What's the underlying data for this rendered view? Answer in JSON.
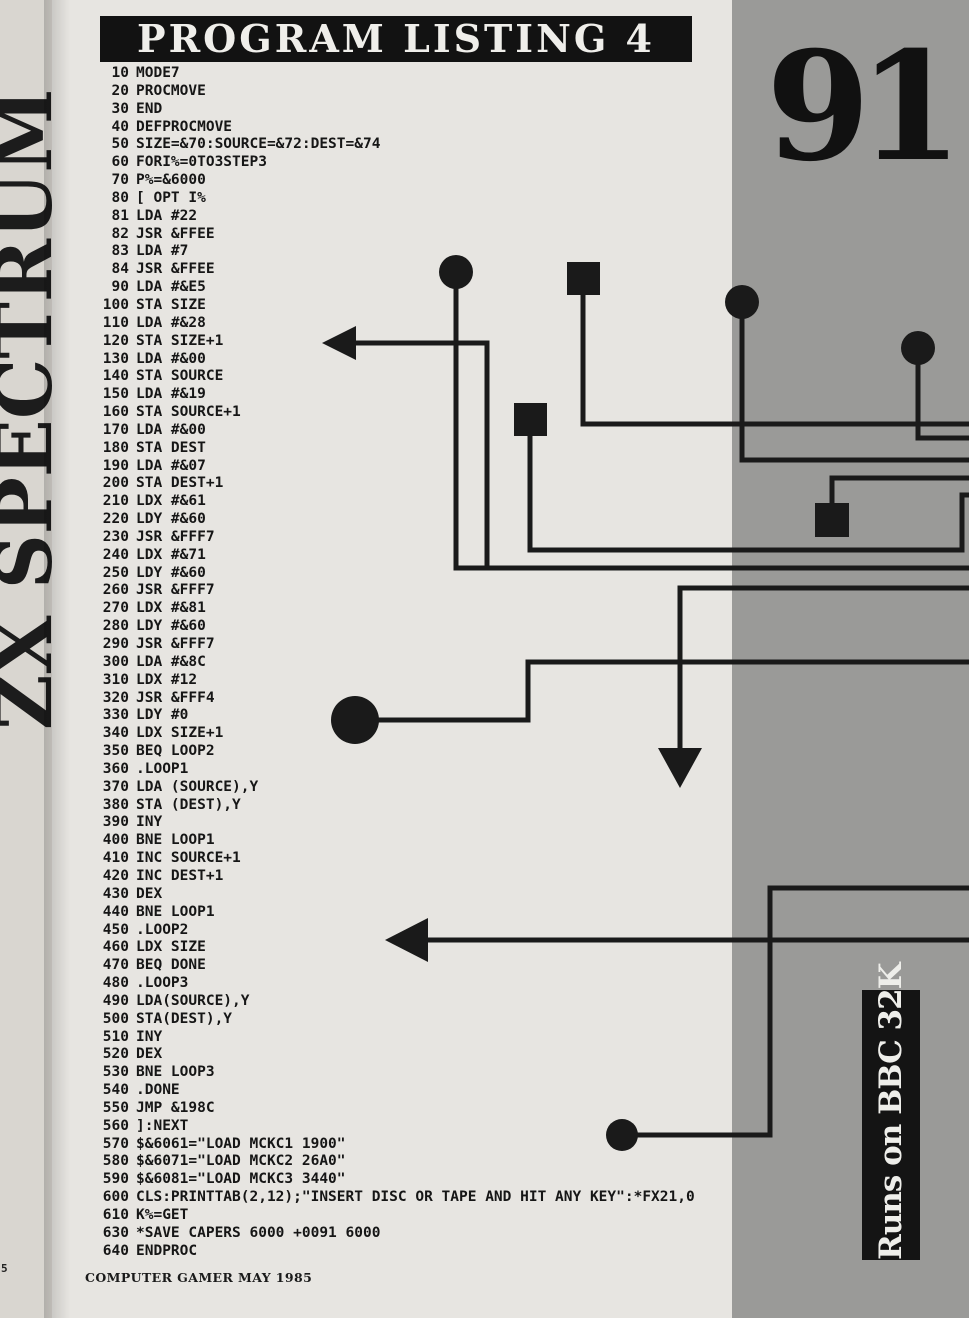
{
  "spine": {
    "text": "ZX SPECTRUM",
    "page_number": "5"
  },
  "title": "PROGRAM LISTING 4",
  "issue_number": "91",
  "listing": [
    {
      "n": "10",
      "code": "MODE7"
    },
    {
      "n": "20",
      "code": "PROCMOVE"
    },
    {
      "n": "30",
      "code": "END"
    },
    {
      "n": "40",
      "code": "DEFPROCMOVE"
    },
    {
      "n": "50",
      "code": "SIZE=&70:SOURCE=&72:DEST=&74"
    },
    {
      "n": "60",
      "code": "FORI%=0TO3STEP3"
    },
    {
      "n": "70",
      "code": "P%=&6000"
    },
    {
      "n": "80",
      "code": "[ OPT I%"
    },
    {
      "n": "81",
      "code": "LDA #22"
    },
    {
      "n": "82",
      "code": "JSR &FFEE"
    },
    {
      "n": "83",
      "code": "LDA #7"
    },
    {
      "n": "84",
      "code": "JSR &FFEE"
    },
    {
      "n": "90",
      "code": "LDA #&E5"
    },
    {
      "n": "100",
      "code": "STA SIZE"
    },
    {
      "n": "110",
      "code": "LDA #&28"
    },
    {
      "n": "120",
      "code": "STA SIZE+1"
    },
    {
      "n": "130",
      "code": "LDA #&00"
    },
    {
      "n": "140",
      "code": "STA SOURCE"
    },
    {
      "n": "150",
      "code": "LDA #&19"
    },
    {
      "n": "160",
      "code": "STA SOURCE+1"
    },
    {
      "n": "170",
      "code": "LDA #&00"
    },
    {
      "n": "180",
      "code": "STA DEST"
    },
    {
      "n": "190",
      "code": "LDA #&07"
    },
    {
      "n": "200",
      "code": "STA DEST+1"
    },
    {
      "n": "210",
      "code": "LDX #&61"
    },
    {
      "n": "220",
      "code": "LDY #&60"
    },
    {
      "n": "230",
      "code": "JSR &FFF7"
    },
    {
      "n": "240",
      "code": "LDX #&71"
    },
    {
      "n": "250",
      "code": "LDY #&60"
    },
    {
      "n": "260",
      "code": "JSR &FFF7"
    },
    {
      "n": "270",
      "code": "LDX #&81"
    },
    {
      "n": "280",
      "code": "LDY #&60"
    },
    {
      "n": "290",
      "code": "JSR &FFF7"
    },
    {
      "n": "300",
      "code": "LDA #&8C"
    },
    {
      "n": "310",
      "code": "LDX #12"
    },
    {
      "n": "320",
      "code": "JSR &FFF4"
    },
    {
      "n": "330",
      "code": "LDY #0"
    },
    {
      "n": "340",
      "code": "LDX SIZE+1"
    },
    {
      "n": "350",
      "code": "BEQ LOOP2"
    },
    {
      "n": "360",
      "code": ".LOOP1"
    },
    {
      "n": "370",
      "code": "LDA (SOURCE),Y"
    },
    {
      "n": "380",
      "code": "STA (DEST),Y"
    },
    {
      "n": "390",
      "code": "INY"
    },
    {
      "n": "400",
      "code": "BNE LOOP1"
    },
    {
      "n": "410",
      "code": "INC SOURCE+1"
    },
    {
      "n": "420",
      "code": "INC DEST+1"
    },
    {
      "n": "430",
      "code": "DEX"
    },
    {
      "n": "440",
      "code": "BNE LOOP1"
    },
    {
      "n": "450",
      "code": ".LOOP2"
    },
    {
      "n": "460",
      "code": "LDX SIZE"
    },
    {
      "n": "470",
      "code": "BEQ DONE"
    },
    {
      "n": "480",
      "code": ".LOOP3"
    },
    {
      "n": "490",
      "code": "LDA(SOURCE),Y"
    },
    {
      "n": "500",
      "code": "STA(DEST),Y"
    },
    {
      "n": "510",
      "code": "INY"
    },
    {
      "n": "520",
      "code": "DEX"
    },
    {
      "n": "530",
      "code": "BNE LOOP3"
    },
    {
      "n": "540",
      "code": ".DONE"
    },
    {
      "n": "550",
      "code": "JMP &198C"
    },
    {
      "n": "560",
      "code": "]:NEXT"
    },
    {
      "n": "570",
      "code": "$&6061=\"LOAD MCKC1 1900\""
    },
    {
      "n": "580",
      "code": "$&6071=\"LOAD MCKC2 26A0\""
    },
    {
      "n": "590",
      "code": "$&6081=\"LOAD MCKC3 3440\""
    },
    {
      "n": "600",
      "code": "CLS:PRINTTAB(2,12);\"INSERT DISC OR TAPE AND HIT ANY KEY\":*FX21,0"
    },
    {
      "n": "610",
      "code": "K%=GET"
    },
    {
      "n": "630",
      "code": "*SAVE CAPERS 6000 +0091 6000"
    },
    {
      "n": "640",
      "code": "ENDPROC"
    }
  ],
  "footer": "COMPUTER GAMER MAY 1985",
  "runs_on_tag": "Runs on BBC 32K",
  "colors": {
    "ink": "#1a1a1a",
    "paper": "#e7e5e1",
    "panel_grey": "#9a9a98"
  }
}
